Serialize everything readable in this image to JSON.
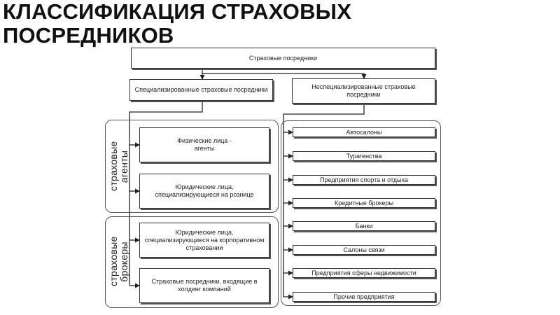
{
  "title": {
    "line1": "КЛАССИФИКАЦИЯ СТРАХОВЫХ",
    "line2": "ПОСРЕДНИКОВ"
  },
  "diagram": {
    "root": "Страховые посредники",
    "specialized": "Специализированные страховые посредники",
    "nonspecialized": "Неспециализированные страховые посредники",
    "groups": {
      "agents": "страховые агенты",
      "brokers": "страховые брокеры"
    },
    "left_items": [
      "Физические лица - агенты",
      "Юридические лица, специализирующиеся на рознице",
      "Юридические лица, специализирующиеся на корпоративном страховании",
      "Страховые посредники, входящие в холдинг компаний"
    ],
    "right_items": [
      "Автосалоны",
      "Турагенства",
      "Предприятия спорта и отдыха",
      "Кредитные брокеры",
      "Банки",
      "Салоны связи",
      "Предприятия сферы недвижимости",
      "Прочие предприятия"
    ]
  }
}
